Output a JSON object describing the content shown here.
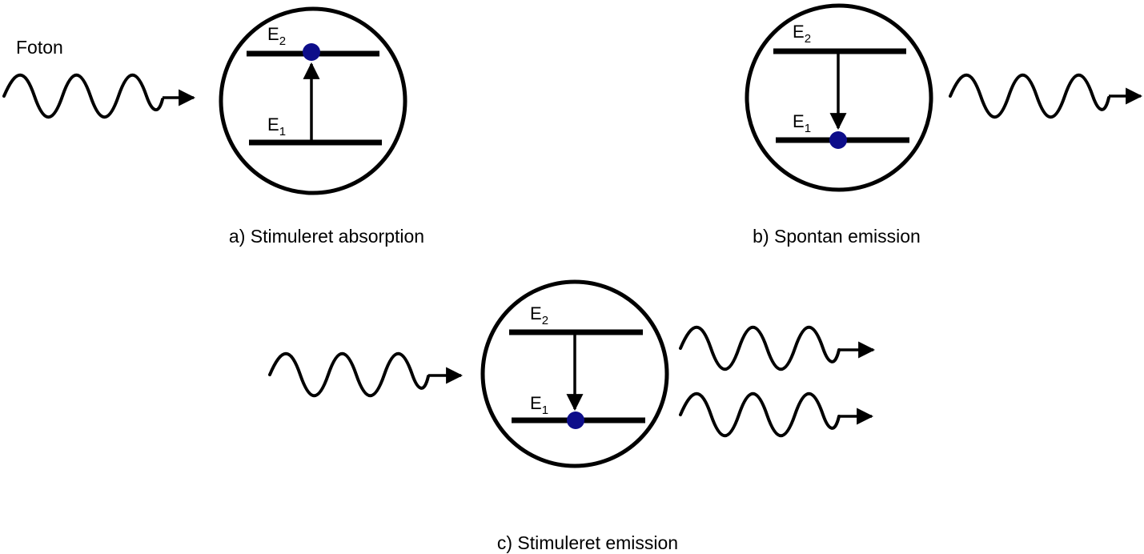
{
  "photon_label": "Foton",
  "colors": {
    "electron": "#0d0d8a",
    "ink": "#000000",
    "background": "#ffffff"
  },
  "panels": [
    {
      "id": "a",
      "caption": "a) Stimuleret absorption",
      "level_upper": "E",
      "level_upper_sub": "2",
      "level_lower": "E",
      "level_lower_sub": "1",
      "electron_on": "upper",
      "transition": "up"
    },
    {
      "id": "b",
      "caption": "b) Spontan emission",
      "level_upper": "E",
      "level_upper_sub": "2",
      "level_lower": "E",
      "level_lower_sub": "1",
      "electron_on": "lower",
      "transition": "down"
    },
    {
      "id": "c",
      "caption": "c) Stimuleret emission",
      "level_upper": "E",
      "level_upper_sub": "2",
      "level_lower": "E",
      "level_lower_sub": "1",
      "electron_on": "lower",
      "transition": "down"
    }
  ]
}
